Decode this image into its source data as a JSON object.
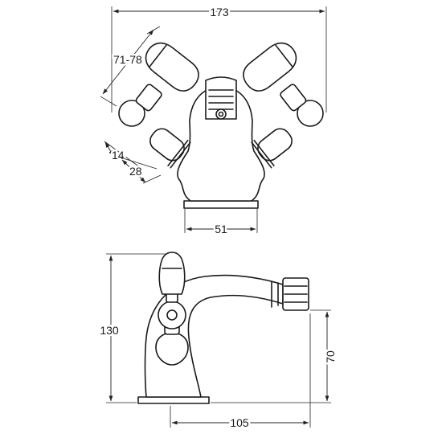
{
  "dimensions": {
    "overall_width": "173",
    "handle_length": "71-78",
    "base_small": "14",
    "base_medium": "28",
    "base_width": "51",
    "height": "130",
    "spout_height": "70",
    "spout_reach": "105"
  },
  "colors": {
    "line": "#1a1a1a",
    "background": "#ffffff"
  }
}
